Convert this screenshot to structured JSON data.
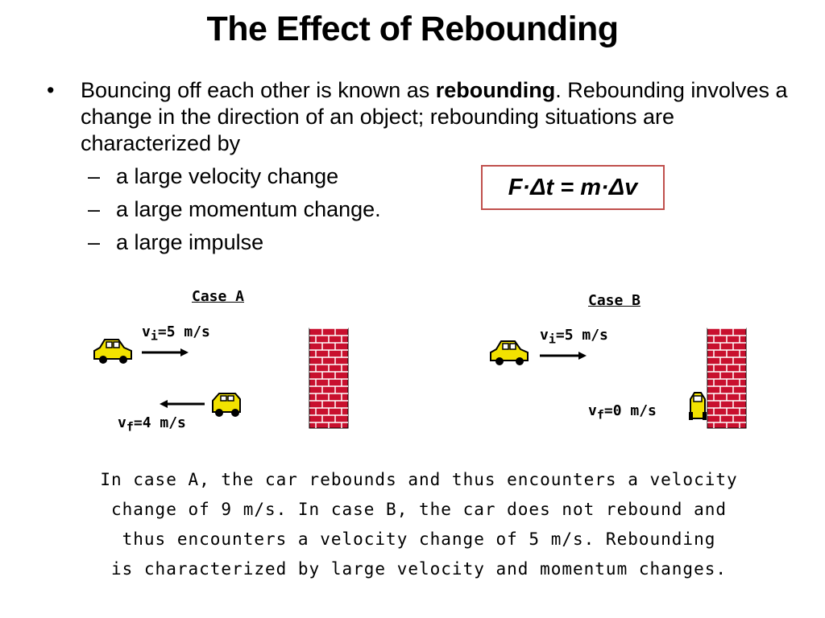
{
  "slide": {
    "title": "The Effect of Rebounding",
    "bullet": {
      "marker": "•",
      "text_before": "Bouncing off each other is known as ",
      "bold_term": "rebounding",
      "text_after": ". Rebounding involves a change in the direction of an object; rebounding situations are characterized by"
    },
    "sub_items": [
      {
        "marker": "–",
        "text": "a large velocity change"
      },
      {
        "marker": "–",
        "text": "a large momentum change."
      },
      {
        "marker": "–",
        "text": "a large impulse"
      }
    ],
    "formula": "F·Δt = m·Δv"
  },
  "diagram": {
    "case_a": {
      "label": "Case A",
      "vi_symbol": "v",
      "vi_sub": "i",
      "vi_value": "=5 m/s",
      "vf_symbol": "v",
      "vf_sub": "f",
      "vf_value": "=4 m/s"
    },
    "case_b": {
      "label": "Case B",
      "vi_symbol": "v",
      "vi_sub": "i",
      "vi_value": "=5 m/s",
      "vf_symbol": "v",
      "vf_sub": "f",
      "vf_value": "=0 m/s"
    },
    "colors": {
      "car": "#f2e200",
      "brick": "#c8102e",
      "mortar": "#ffffff",
      "formula_border": "#c0504d"
    },
    "caption_lines": [
      "In case A, the car rebounds and thus encounters a velocity",
      "change of 9 m/s.  In case B, the car does not rebound and",
      "thus encounters a velocity change of 5 m/s.  Rebounding",
      "is characterized by large velocity and momentum changes."
    ]
  }
}
